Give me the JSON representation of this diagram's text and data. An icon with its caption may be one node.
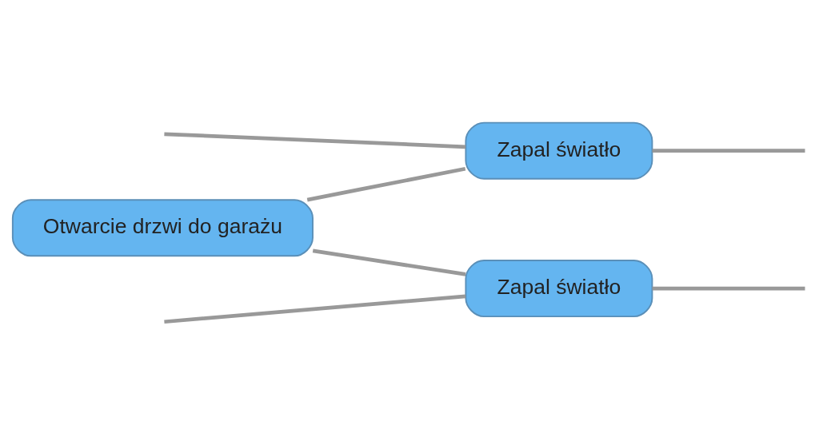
{
  "diagram": {
    "nodes": [
      {
        "text": [
          "Otwarcie drzwi do garażu"
        ]
      },
      {
        "text": [
          "Zapal światło"
        ]
      },
      {
        "text": [
          "Zapal światło"
        ]
      }
    ],
    "edges": [
      {
        "from": null,
        "to": 1,
        "arrow": "none"
      },
      {
        "from": null,
        "to": 2,
        "arrow": "none"
      },
      {
        "from": 0,
        "to": 1,
        "arrow": "none"
      },
      {
        "from": 0,
        "to": 2,
        "arrow": "none"
      },
      {
        "from": 1,
        "to": null,
        "arrow": "none"
      },
      {
        "from": 2,
        "to": null,
        "arrow": "none"
      }
    ]
  }
}
